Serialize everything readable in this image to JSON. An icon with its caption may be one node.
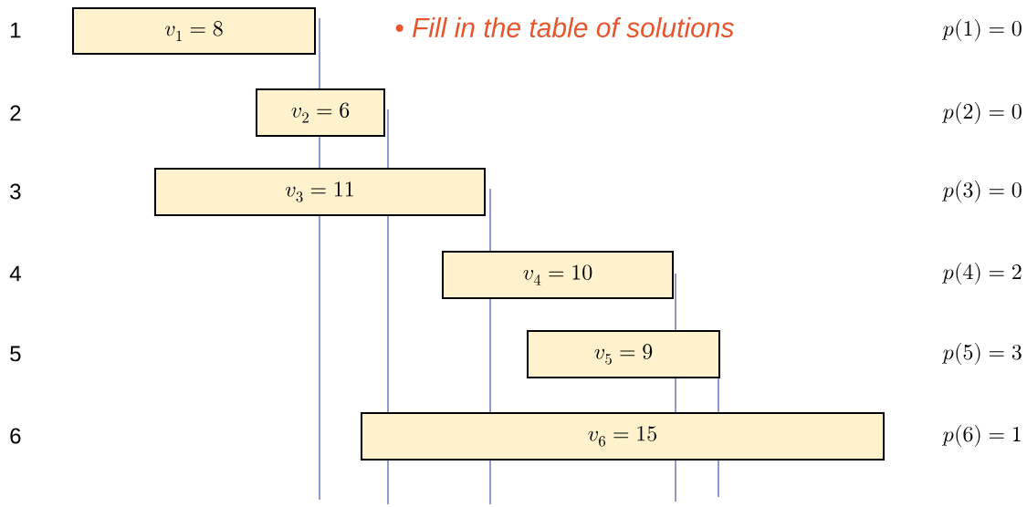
{
  "diagram": {
    "nodes": [
      {
        "text": [
          "v_1 = 8"
        ]
      },
      {
        "text": [
          "v_2 = 6"
        ]
      },
      {
        "text": [
          "v_3 = 11"
        ]
      },
      {
        "text": [
          "v_4 = 10"
        ]
      },
      {
        "text": [
          "v_5 = 9"
        ]
      },
      {
        "text": [
          "v_6 = 15"
        ]
      }
    ],
    "labels": [
      "1",
      "• Fill in the table of solutions",
      "p(1) = 0",
      "2",
      "p(2) = 0",
      "3",
      "p(3) = 0",
      "4",
      "p(4) = 2",
      "5",
      "p(5) = 3",
      "6",
      "p(6) = 1"
    ]
  }
}
